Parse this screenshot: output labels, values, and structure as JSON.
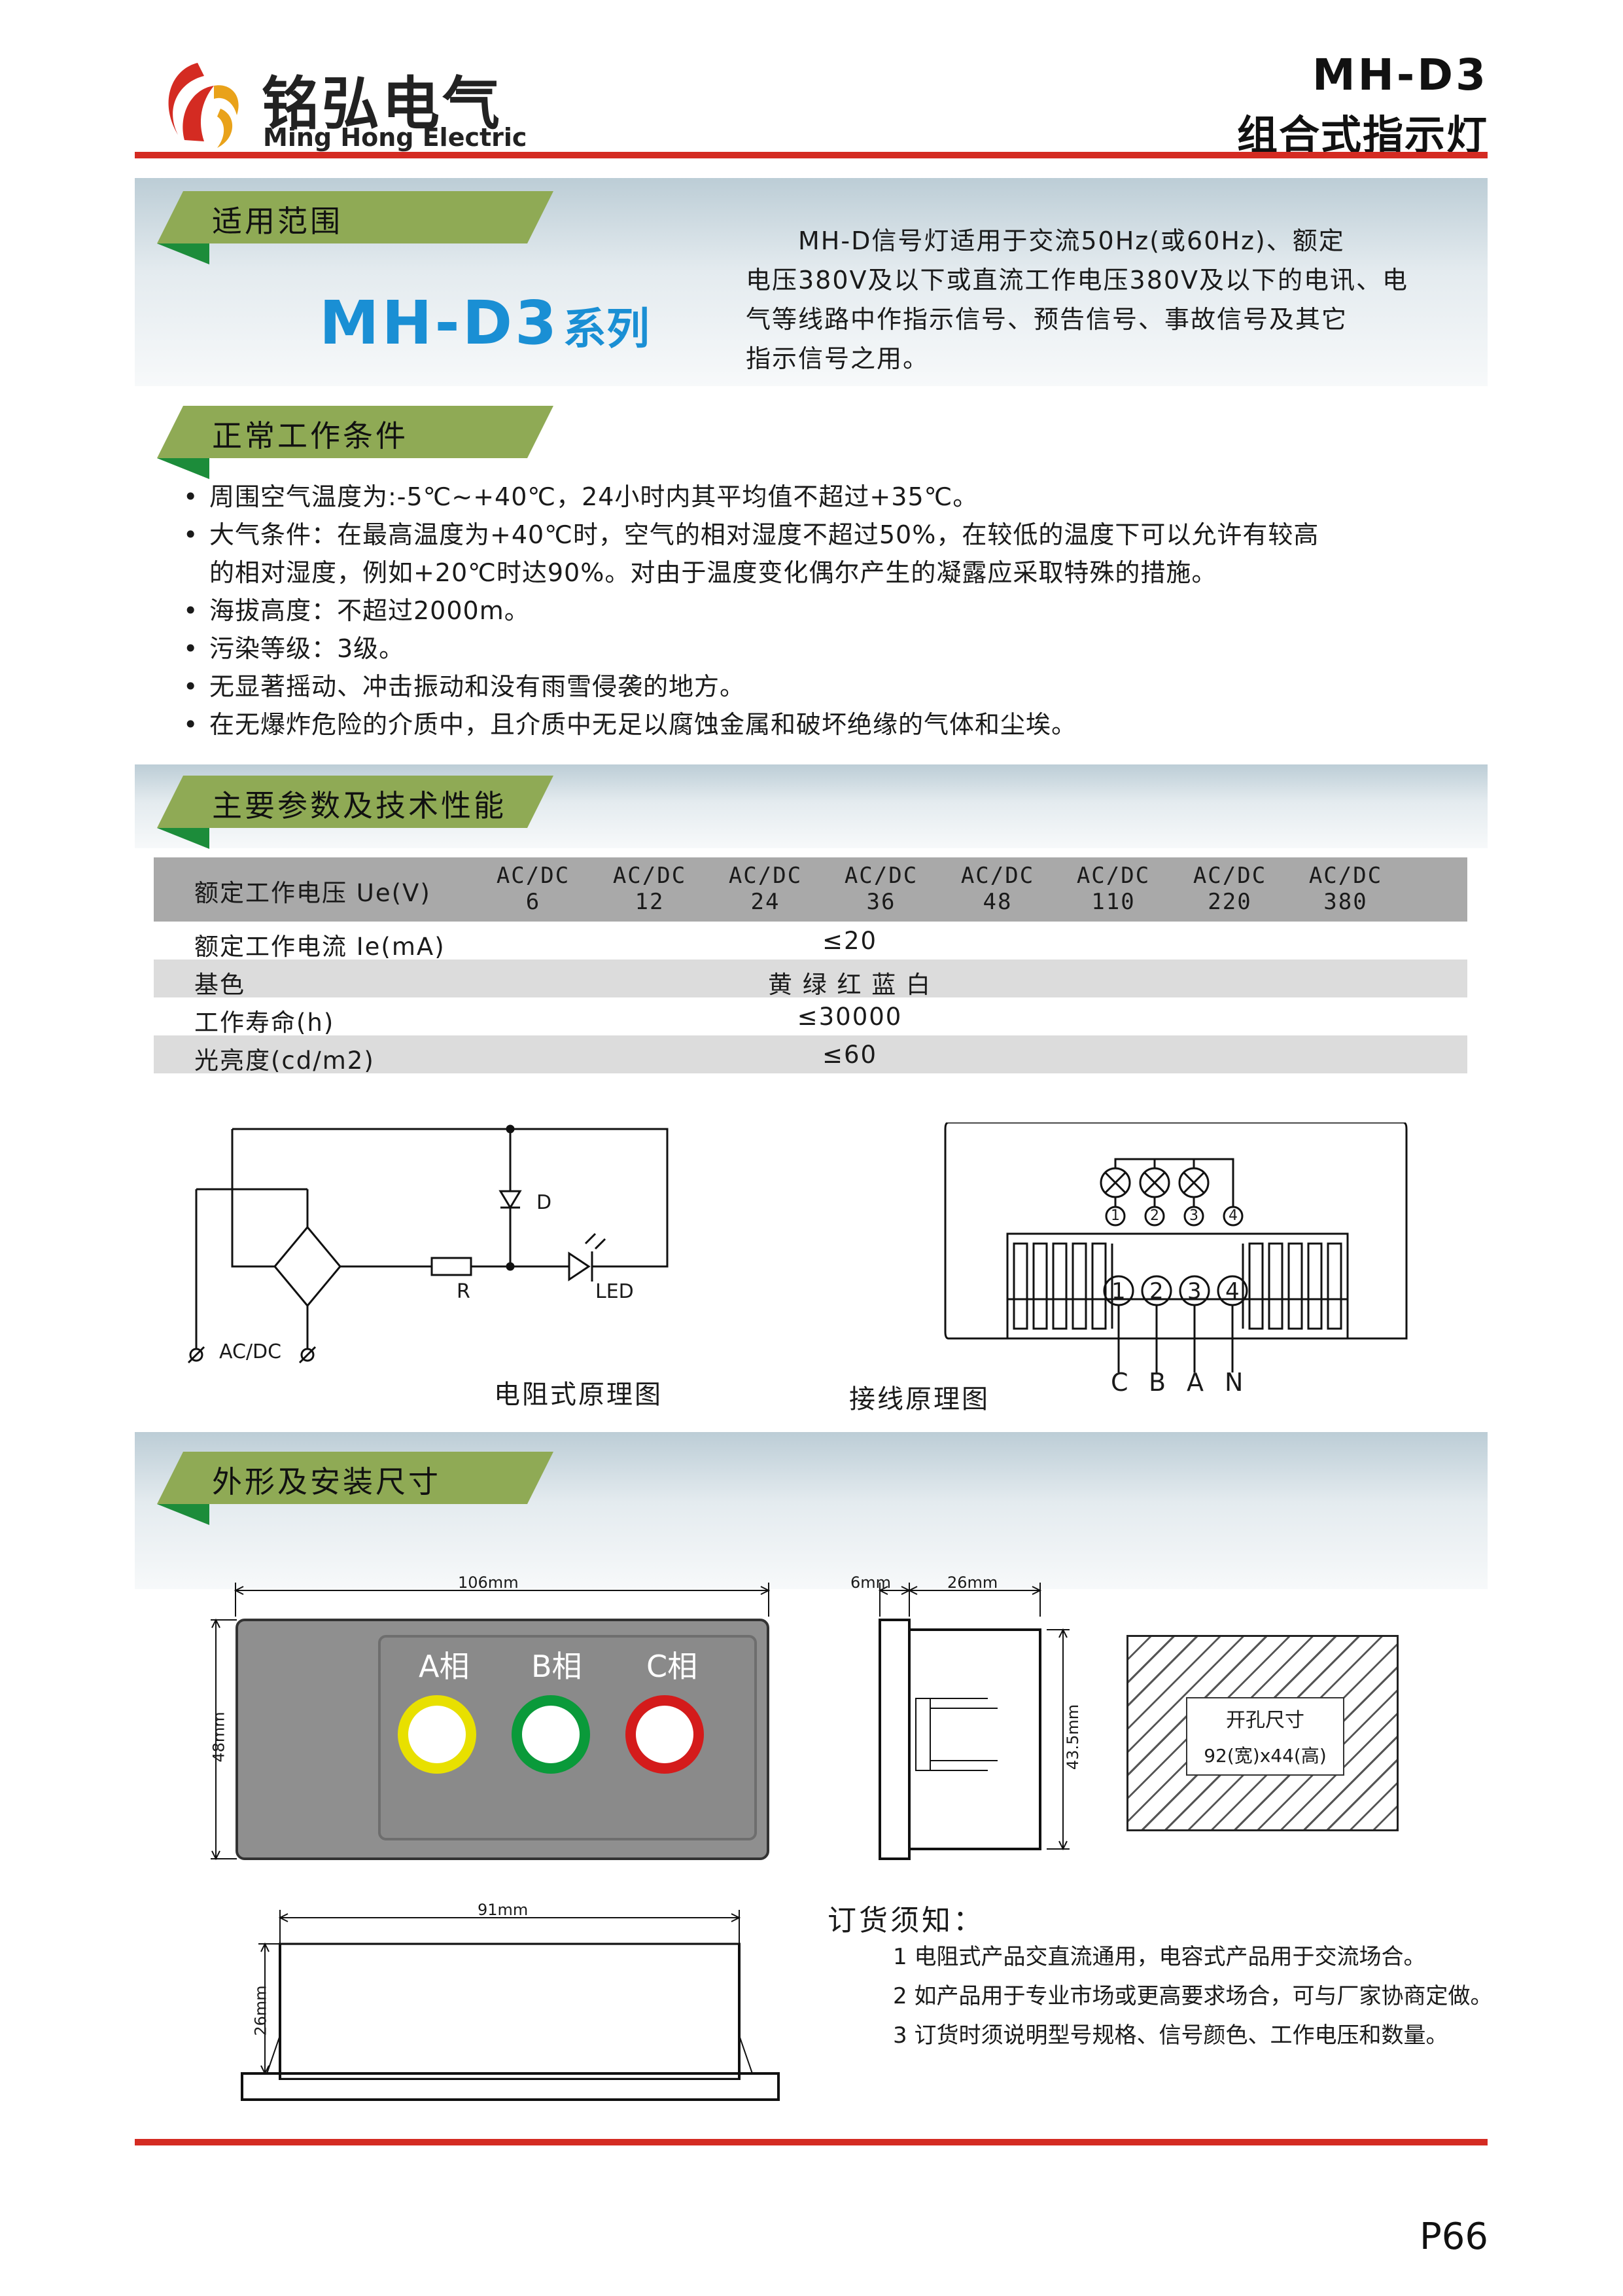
{
  "brand": {
    "name_cn": "铭弘电气",
    "name_en": "Ming Hong Electric"
  },
  "header": {
    "model": "MH-D3",
    "product": "组合式指示灯"
  },
  "section_scope": {
    "tag": "适用范围",
    "series_model": "MH-D3",
    "series_suffix": "系列",
    "desc_lines": [
      "　　MH-D信号灯适用于交流50Hz(或60Hz)、额定",
      "电压380V及以下或直流工作电压380V及以下的电讯、电",
      "气等线路中作指示信号、预告信号、事故信号及其它",
      "指示信号之用。"
    ]
  },
  "section_conditions": {
    "tag": "正常工作条件",
    "items": [
      "周围空气温度为:-5℃~+40℃，24小时内其平均值不超过+35℃。",
      "大气条件：在最高温度为+40℃时，空气的相对湿度不超过50%，在较低的温度下可以允许有较高",
      "的相对湿度，例如+20℃时达90%。对由于温度变化偶尔产生的凝露应采取特殊的措施。",
      "海拔高度：不超过2000m。",
      "污染等级：3级。",
      "无显著摇动、冲击振动和没有雨雪侵袭的地方。",
      "在无爆炸危险的介质中，且介质中无足以腐蚀金属和破坏绝缘的气体和尘埃。"
    ]
  },
  "section_params": {
    "tag": "主要参数及技术性能",
    "voltage_label": "额定工作电压 Ue(V)",
    "voltage_prefix": "AC/DC",
    "voltages": [
      "6",
      "12",
      "24",
      "36",
      "48",
      "110",
      "220",
      "380"
    ],
    "rows": [
      {
        "label": "额定工作电流 Ie(mA)",
        "value": "≤20"
      },
      {
        "label": "基色",
        "value": "黄 绿 红 蓝 白"
      },
      {
        "label": "工作寿命(h)",
        "value": "≤30000"
      },
      {
        "label": "光亮度(cd/m2)",
        "value": "≤60"
      }
    ]
  },
  "diagrams": {
    "resistive": {
      "caption": "电阻式原理图",
      "label_d": "D",
      "label_r": "R",
      "label_led": "LED",
      "label_acdc": "AC/DC"
    },
    "wiring": {
      "caption": "接线原理图",
      "numbers": [
        "1",
        "2",
        "3",
        "4"
      ],
      "terminals": [
        "C",
        "B",
        "A",
        "N"
      ]
    }
  },
  "section_dimensions": {
    "tag": "外形及安装尺寸",
    "front_width": "106mm",
    "front_height": "48mm",
    "phase_labels": [
      "A相",
      "B相",
      "C相"
    ],
    "side_top": "6mm",
    "side_width": "26mm",
    "side_height": "43.5mm",
    "cutout_title": "开孔尺寸",
    "cutout_size": "92(宽)x44(高)",
    "bottom_width": "91mm",
    "bottom_height": "26mm"
  },
  "ordering": {
    "title": "订货须知：",
    "items": [
      "1 电阻式产品交直流通用，电容式产品用于交流场合。",
      "2 如产品用于专业市场或更高要求场合，可与厂家协商定做。",
      "3 订货时须说明型号规格、信号颜色、工作电压和数量。"
    ]
  },
  "page_number": "P66",
  "colors": {
    "red_rule": "#d42b22",
    "tag_green": "#8faa55",
    "title_blue": "#1a8fd4",
    "lamp_yellow": "#e8e000",
    "lamp_green": "#0a9a3a",
    "lamp_red": "#d41b1b"
  }
}
